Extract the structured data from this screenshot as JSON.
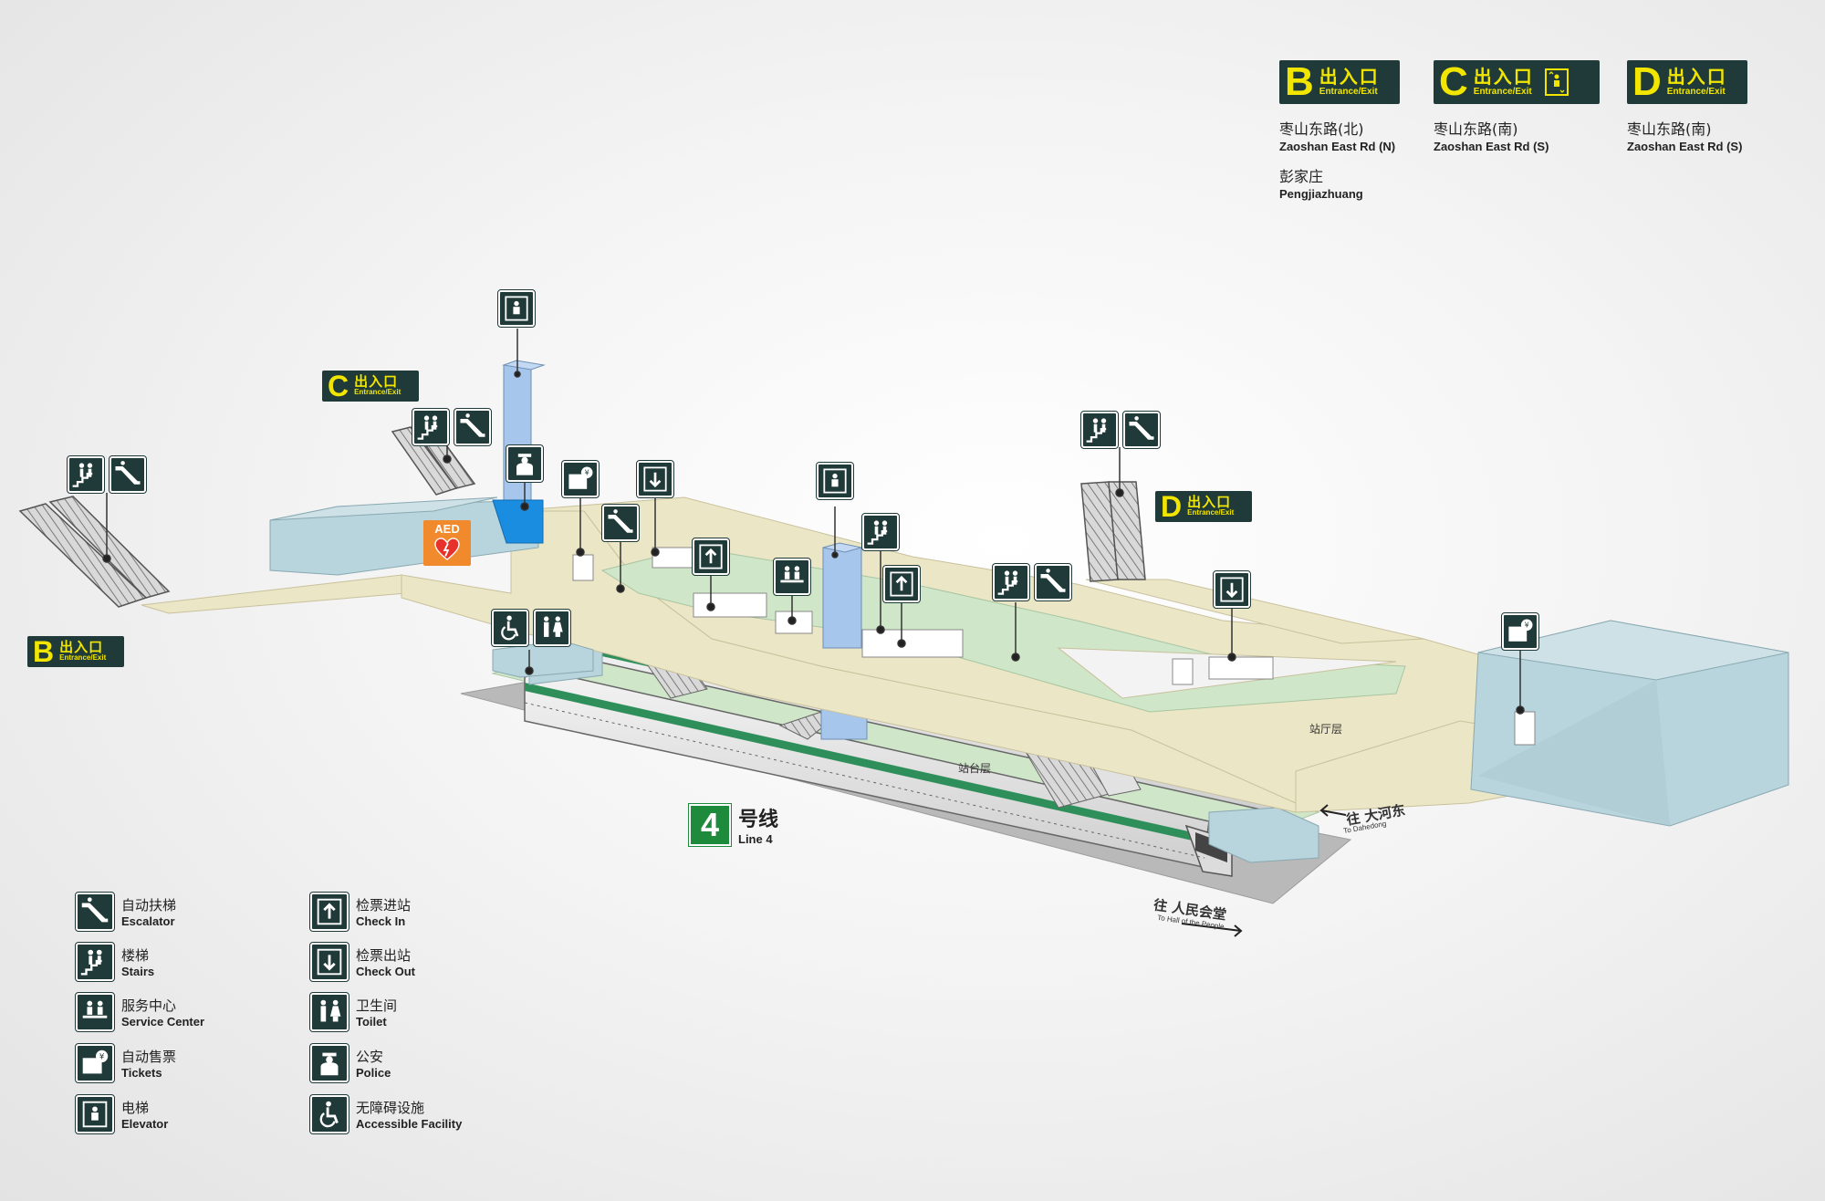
{
  "exits_top": [
    {
      "letter": "B",
      "cn": "出入口",
      "en": "Entrance/Exit",
      "roads": [
        {
          "cn": "枣山东路(北)",
          "en": "Zaoshan East Rd (N)"
        },
        {
          "cn": "彭家庄",
          "en": "Pengjiazhuang"
        }
      ]
    },
    {
      "letter": "C",
      "cn": "出入口",
      "en": "Entrance/Exit",
      "elevator_icon": "elevator-icon",
      "roads": [
        {
          "cn": "枣山东路(南)",
          "en": "Zaoshan East Rd (S)"
        }
      ]
    },
    {
      "letter": "D",
      "cn": "出入口",
      "en": "Entrance/Exit",
      "roads": [
        {
          "cn": "枣山东路(南)",
          "en": "Zaoshan East Rd (S)"
        }
      ]
    }
  ],
  "map_signs": {
    "c": {
      "letter": "C",
      "cn": "出入口",
      "en": "Entrance/Exit"
    },
    "b": {
      "letter": "B",
      "cn": "出入口",
      "en": "Entrance/Exit"
    },
    "d": {
      "letter": "D",
      "cn": "出入口",
      "en": "Entrance/Exit"
    }
  },
  "aed": {
    "title": "AED"
  },
  "line": {
    "num": "4",
    "cn": "号线",
    "en": "Line 4"
  },
  "labels": {
    "concourse": "站厅层",
    "platform": "站台层",
    "dir1_cn": "往 大河东",
    "dir1_en": "To Dahedong",
    "dir2_cn": "往 人民会堂",
    "dir2_en": "To Hall of the People"
  },
  "legend": [
    {
      "icon": "escalator-icon",
      "cn": "自动扶梯",
      "en": "Escalator"
    },
    {
      "icon": "stairs-icon",
      "cn": "楼梯",
      "en": "Stairs"
    },
    {
      "icon": "service-center-icon",
      "cn": "服务中心",
      "en": "Service Center"
    },
    {
      "icon": "tickets-icon",
      "cn": "自动售票",
      "en": "Tickets"
    },
    {
      "icon": "elevator-icon",
      "cn": "电梯",
      "en": "Elevator"
    },
    {
      "icon": "check-in-icon",
      "cn": "检票进站",
      "en": "Check In"
    },
    {
      "icon": "check-out-icon",
      "cn": "检票出站",
      "en": "Check Out"
    },
    {
      "icon": "toilet-icon",
      "cn": "卫生间",
      "en": "Toilet"
    },
    {
      "icon": "police-icon",
      "cn": "公安",
      "en": "Police"
    },
    {
      "icon": "accessible-icon",
      "cn": "无障碍设施",
      "en": "Accessible Facility"
    }
  ],
  "colors": {
    "sign_bg": "#1f3a38",
    "sign_text": "#f2e600",
    "concourse": "#ebe6c5",
    "platform": "#cfe6c9",
    "structure": "#b8d4dc",
    "elevator_shaft": "#a7c6ec",
    "line_green": "#1d8a3c",
    "aed": "#f08a2c"
  }
}
